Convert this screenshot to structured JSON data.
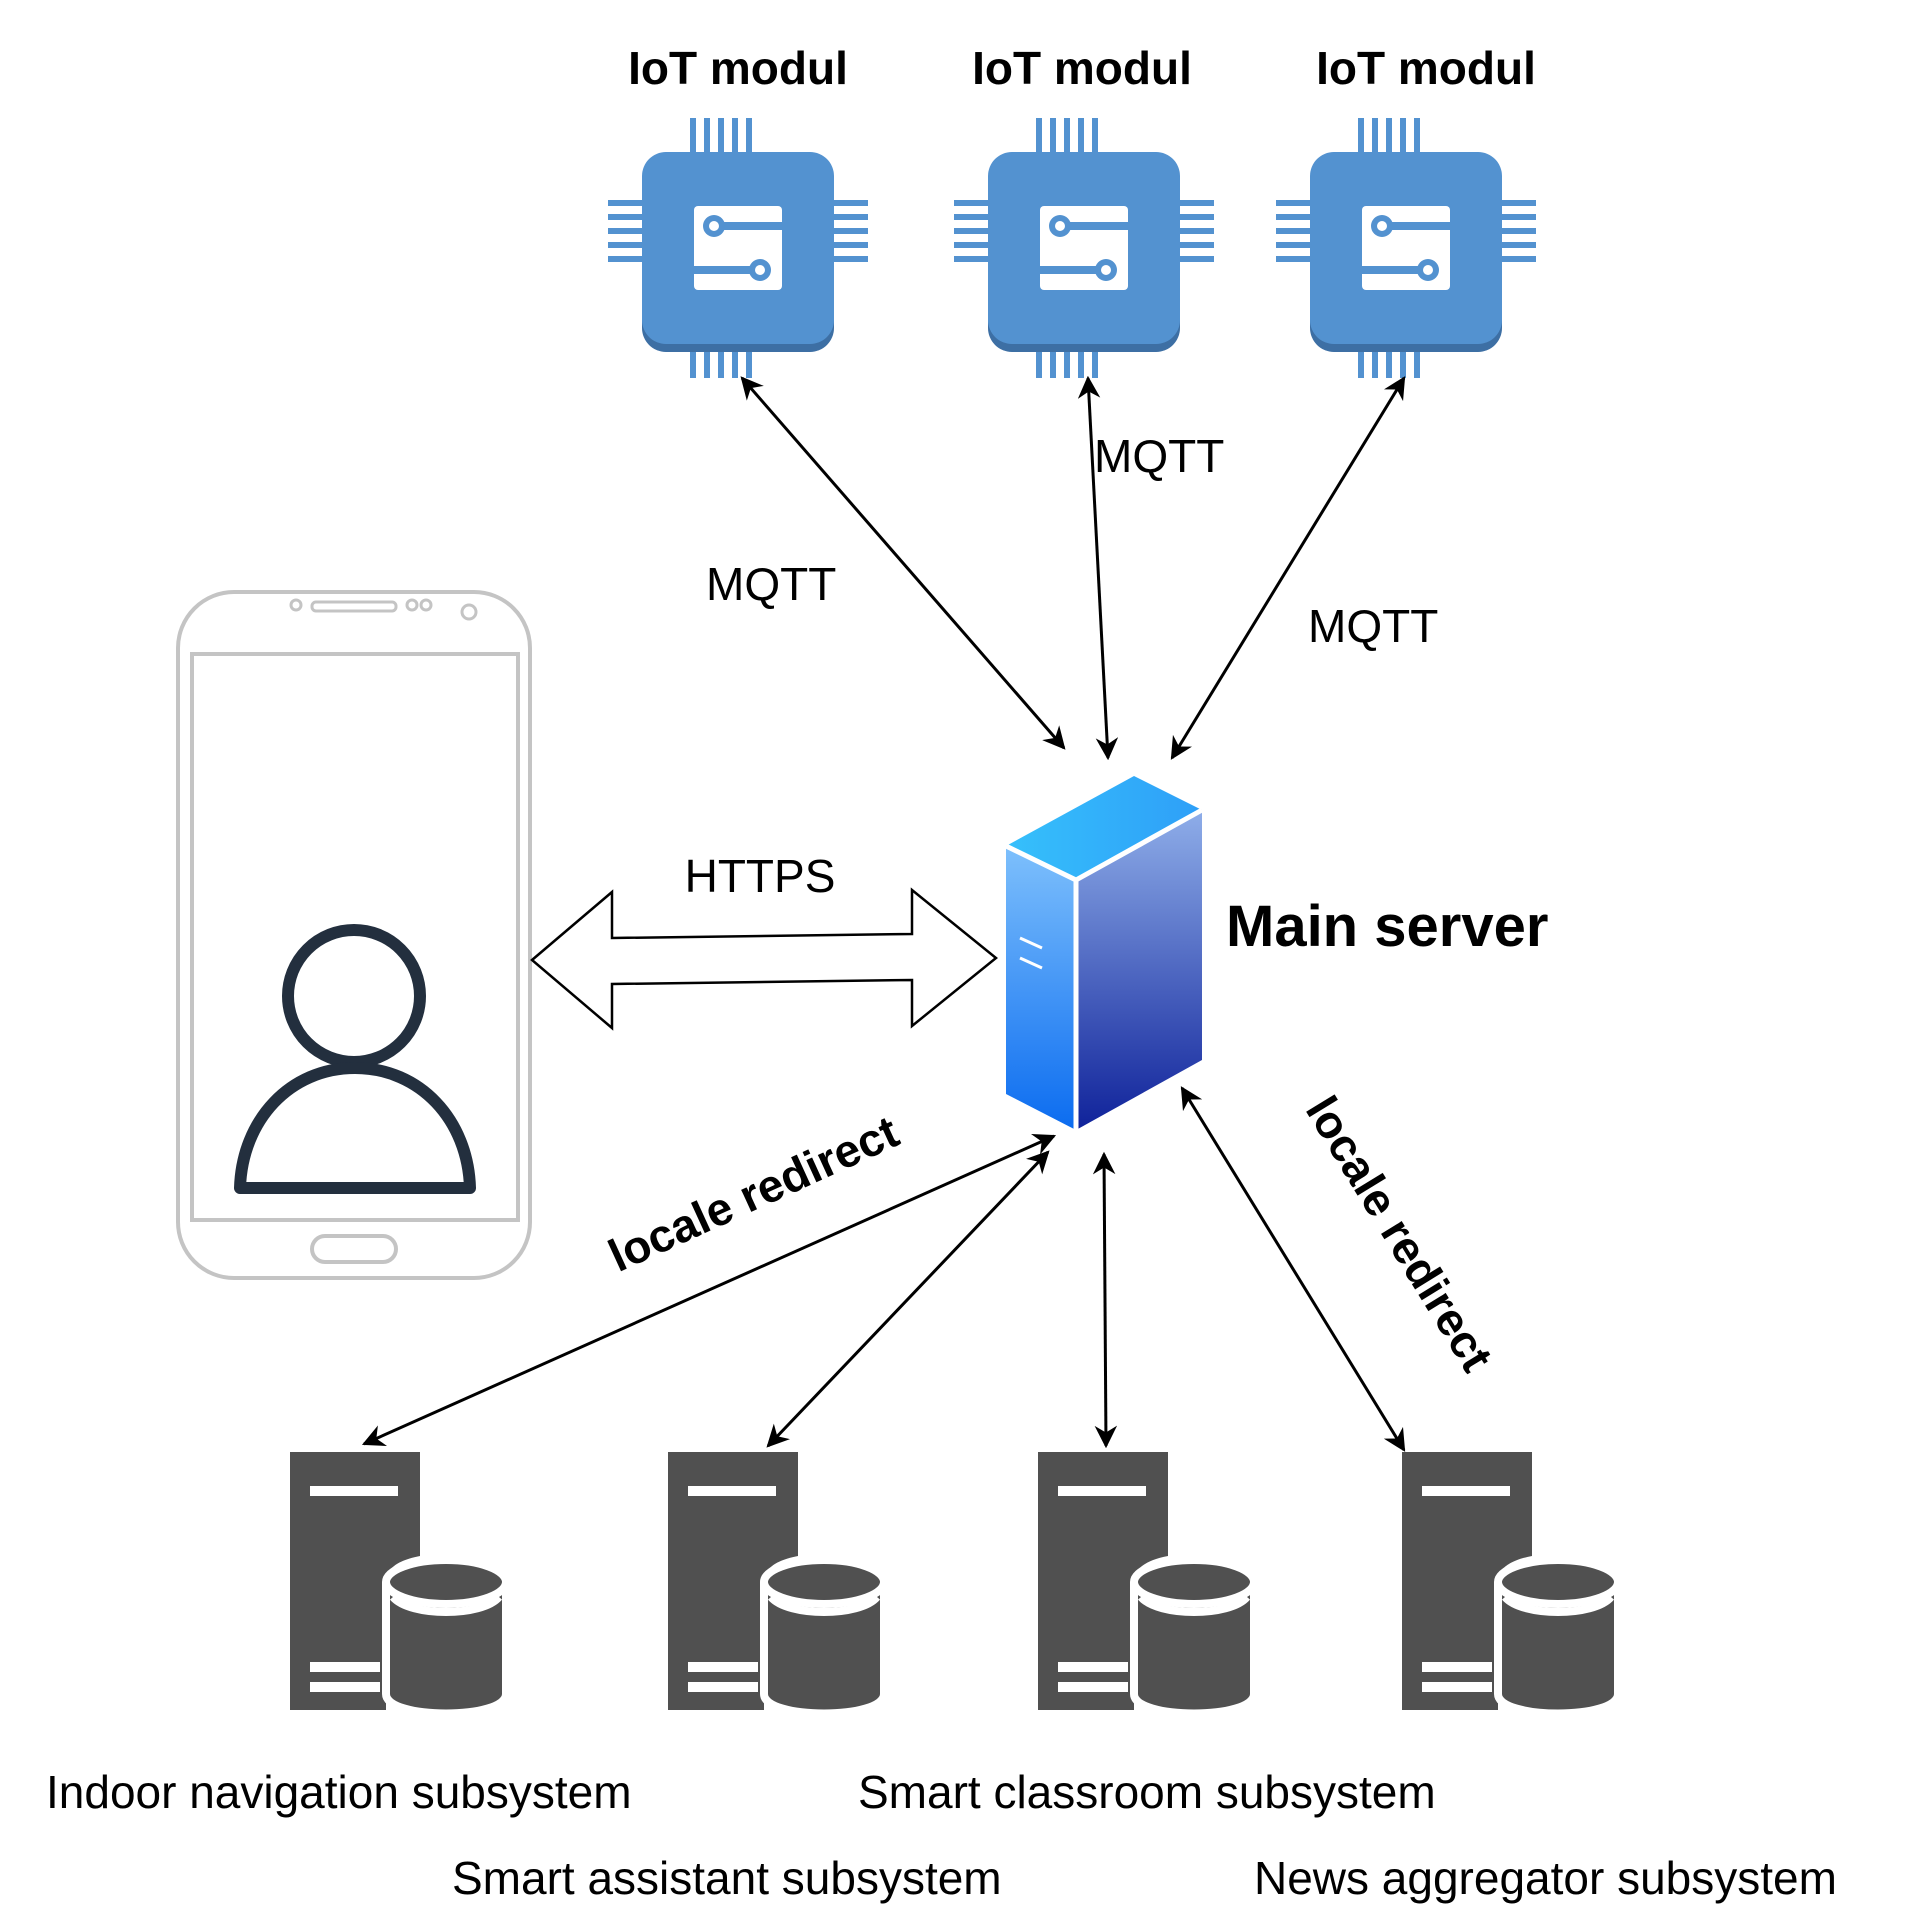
{
  "colors": {
    "chip": "#5392D0",
    "chip_shadow": "#3D6FA4",
    "server_dark": "#505050",
    "phone_outline": "#c4c4c4",
    "user_icon": "#232F3E",
    "server_front_top": "#7ec0fc",
    "server_front_bottom": "#0b6cf0",
    "server_side_top": "#8faee9",
    "server_side_bottom": "#0f229a",
    "server_top": "#2cb4fb"
  },
  "iot_modules": [
    {
      "label": "IoT modul",
      "icon": "chip-icon"
    },
    {
      "label": "IoT modul",
      "icon": "chip-icon"
    },
    {
      "label": "IoT modul",
      "icon": "chip-icon"
    }
  ],
  "connections": {
    "mqtt_left": "MQTT",
    "mqtt_middle": "MQTT",
    "mqtt_right": "MQTT",
    "https": "HTTPS",
    "locale_left": "locale redirect",
    "locale_right": "locale redirect"
  },
  "main_server": {
    "label": "Main server",
    "icon": "server-tower-icon"
  },
  "client": {
    "icon": "smartphone-icon",
    "user_icon": "user-icon"
  },
  "subsystems": [
    {
      "label": "Indoor navigation subsystem",
      "icon": "database-server-icon"
    },
    {
      "label": "Smart assistant subsystem",
      "icon": "database-server-icon"
    },
    {
      "label": "Smart classroom subsystem",
      "icon": "database-server-icon"
    },
    {
      "label": "News aggregator subsystem",
      "icon": "database-server-icon"
    }
  ]
}
